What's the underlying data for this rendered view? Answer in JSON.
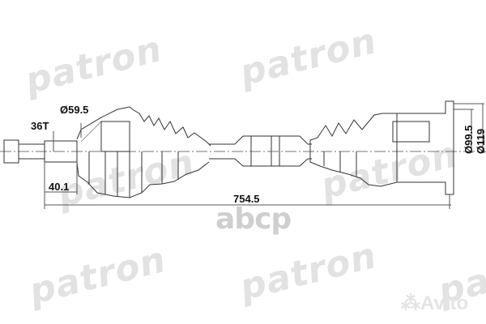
{
  "watermarks": {
    "brand": "patron",
    "marketplace_1": "abcp",
    "marketplace_2": "Avito"
  },
  "dimensions": {
    "spline_teeth": "36T",
    "outer_joint_diameter": "Ø59.5",
    "spline_length": "40.1",
    "total_length": "754.5",
    "flange_inner_diameter": "Ø99.5",
    "flange_outer_diameter": "Ø119"
  },
  "colors": {
    "line": "#333333",
    "watermark": "#e2e2e2"
  }
}
